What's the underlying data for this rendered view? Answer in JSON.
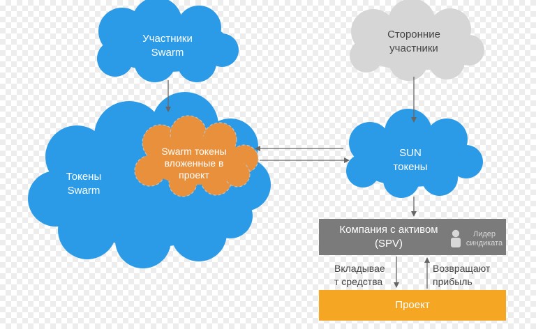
{
  "nodes": {
    "swarm_participants": "Участники\nSwarm",
    "third_party_participants": "Сторонние\nучастники",
    "swarm_tokens": "Токены\nSwarm",
    "invested_tokens": "Swarm токены\nвложенные в\nпроект",
    "sun_tokens": "SUN\nтокены",
    "spv_company": "Компания с активом\n(SPV)",
    "syndicate_leader": "Лидер\nсиндиката",
    "project": "Проект"
  },
  "edges": {
    "invest_funds": "Вкладывае\nт средства",
    "return_profit": "Возвращают\nприбыль"
  },
  "colors": {
    "cloud_blue": "#2b9be8",
    "cloud_grey": "#d6d6d6",
    "cloud_orange": "#e8903c",
    "box_grey": "#7b7b7b",
    "box_orange": "#f5a623",
    "arrow": "#666666"
  },
  "icons": {
    "leader": "person-icon"
  }
}
